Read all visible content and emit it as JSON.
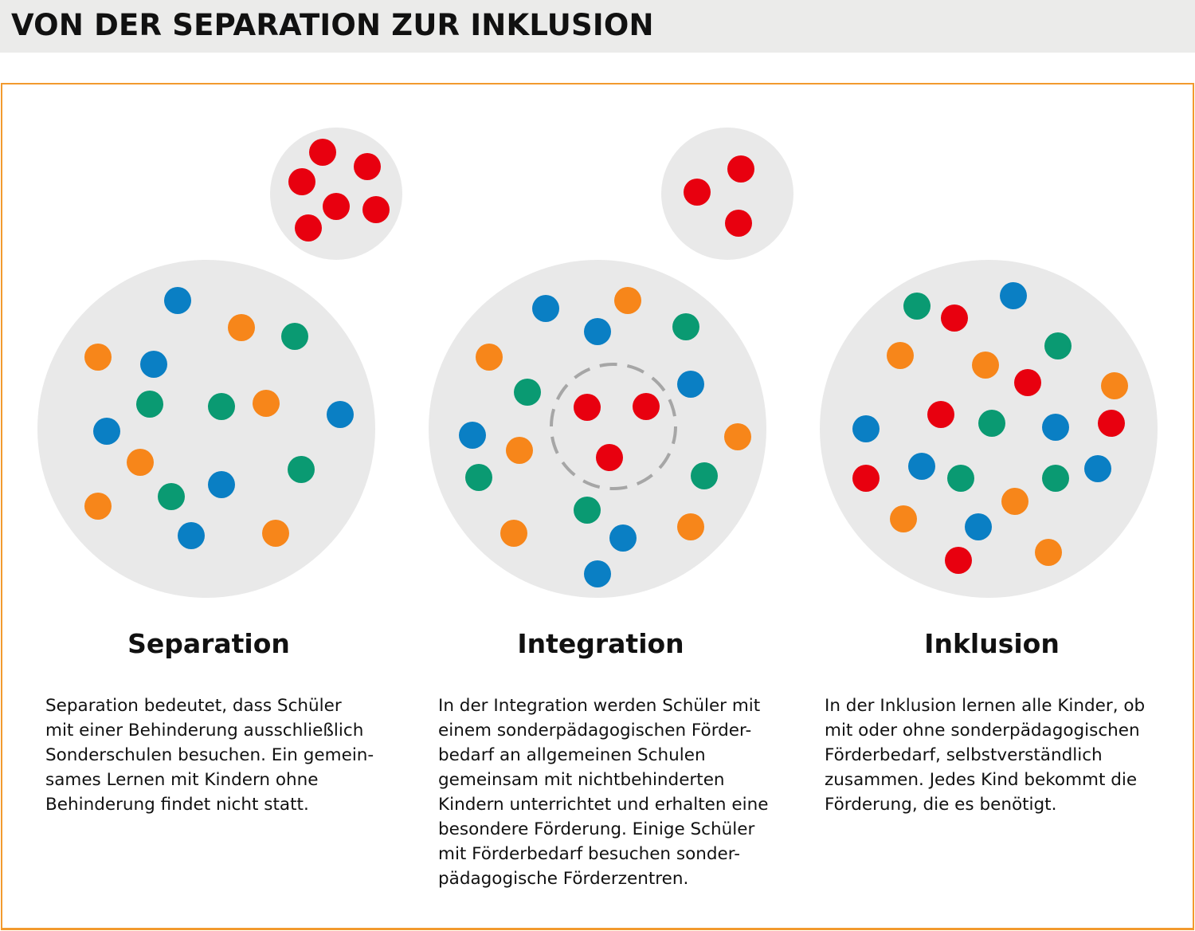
{
  "header": {
    "title": "VON DER SEPARATION ZUR INKLUSION"
  },
  "colors": {
    "accent_frame": "#f29a2e",
    "circle_fill": "#e9e9e9",
    "red": "#e8000f",
    "blue": "#0a7fc4",
    "orange": "#f7861a",
    "green": "#0a9a72"
  },
  "panels": [
    {
      "title": "Separation",
      "text_lines": [
        "Separation bedeutet, dass Schüler",
        "mit einer Behinderung ausschließlich",
        "Sonderschulen besuchen. Ein gemein-",
        "sames Lernen mit Kindern ohne",
        "Behinderung findet nicht statt."
      ]
    },
    {
      "title": "Integration",
      "text_lines": [
        "In der Integration werden Schüler mit",
        "einem sonderpädagogischen Förder-",
        "bedarf an allgemeinen Schulen",
        "gemeinsam mit nichtbehinderten",
        "Kindern unterrichtet und erhalten eine",
        "besondere Förderung. Einige Schüler",
        "mit Förderbedarf besuchen sonder-",
        "pädagogische Förderzentren."
      ]
    },
    {
      "title": "Inklusion",
      "text_lines": [
        "In der Inklusion lernen alle Kinder, ob",
        "mit oder ohne sonderpädagogischen",
        "Förderbedarf, selbstverständlich",
        "zusammen. Jedes Kind bekommt die",
        "Förderung, die es benötigt."
      ]
    }
  ]
}
